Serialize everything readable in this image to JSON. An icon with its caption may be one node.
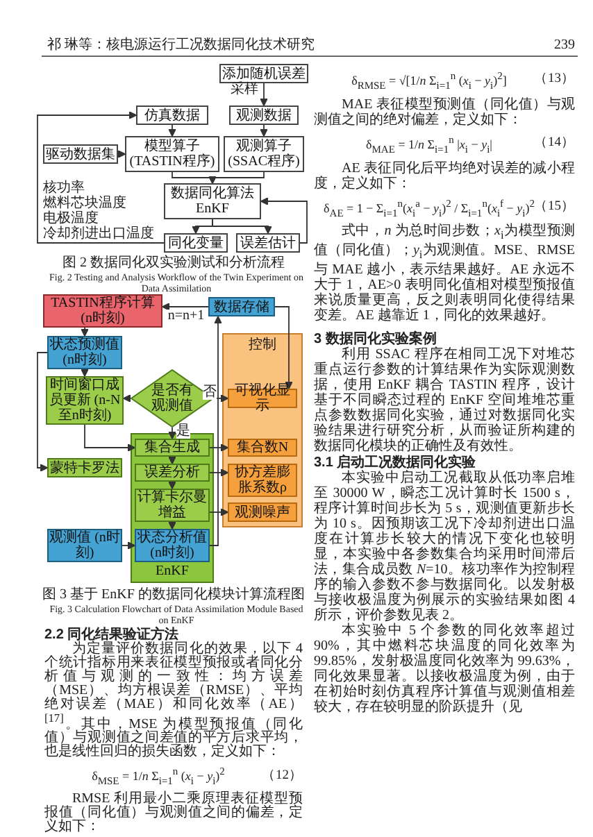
{
  "diagram": {
    "nodes": [
      {
        "text": [
          "添加随机误差"
        ]
      },
      {
        "text": [
          "仿真数据"
        ]
      },
      {
        "text": [
          "观测数据"
        ]
      },
      {
        "text": [
          "驱动数据集"
        ]
      },
      {
        "text": [
          "模型算子 (TASTIN程序)"
        ]
      },
      {
        "text": [
          "观测算子 (SSAC程序)"
        ]
      },
      {
        "text": [
          "数据同化算法 EnKF"
        ]
      },
      {
        "text": [
          "同化变量"
        ]
      },
      {
        "text": [
          "误差估计"
        ]
      },
      {
        "text": [
          "TASTIN程序计算 (n时刻)"
        ]
      },
      {
        "text": [
          "数据存储"
        ]
      },
      {
        "text": [
          "状态预测值 (n时刻)"
        ]
      },
      {
        "text": [
          "时间窗口成员更新 (n-N至n时刻)"
        ]
      },
      {
        "text": [
          "是否有观测值"
        ]
      },
      {
        "text": [
          "控制"
        ]
      },
      {
        "text": [
          "可视化显示"
        ],
        "in": 14
      },
      {
        "text": [
          "EnKF"
        ]
      },
      {
        "text": [
          "集合生成"
        ],
        "in": 16
      },
      {
        "text": [
          "误差分析"
        ],
        "in": 16
      },
      {
        "text": [
          "计算卡尔曼增益"
        ],
        "in": 16
      },
      {
        "text": [
          "状态分析值 (n时刻)"
        ],
        "in": 16
      },
      {
        "text": [
          "蒙特卡罗法"
        ]
      },
      {
        "text": [
          "观测值 (n时刻)"
        ]
      },
      {
        "text": [
          "集合数N"
        ],
        "in": 14
      },
      {
        "text": [
          "协方差膨胀系数ρ"
        ],
        "in": 14
      },
      {
        "text": [
          "观测噪声"
        ],
        "in": 14
      }
    ],
    "edges": [
      {
        "from": 0,
        "to": 2,
        "arrow": "to",
        "label": "采样"
      },
      {
        "from": 1,
        "to": 4,
        "arrow": "to"
      },
      {
        "from": 3,
        "to": 4,
        "arrow": "to"
      },
      {
        "from": 2,
        "to": 5,
        "arrow": "to"
      },
      {
        "from": 4,
        "to": 6,
        "arrow": "to"
      },
      {
        "from": 5,
        "to": 6,
        "arrow": "to"
      },
      {
        "from": 6,
        "to": 7,
        "arrow": "to"
      },
      {
        "from": 6,
        "to": 8,
        "arrow": "to"
      },
      {
        "from": 7,
        "to": 1,
        "arrow": "to"
      },
      {
        "from": 8,
        "to": 6,
        "arrow": "to"
      },
      {
        "from": 10,
        "to": 9,
        "arrow": "to",
        "label": "n=n+1"
      },
      {
        "from": 9,
        "to": 11,
        "arrow": "to"
      },
      {
        "from": 11,
        "to": 12,
        "arrow": "to"
      },
      {
        "from": 13,
        "to": 12,
        "arrow": "to"
      },
      {
        "from": 11,
        "to": 21,
        "arrow": "to"
      },
      {
        "from": 13,
        "to": 15,
        "arrow": "to",
        "label": "否"
      },
      {
        "from": 13,
        "to": 17,
        "arrow": "to",
        "label": "是"
      },
      {
        "from": 12,
        "to": 17,
        "arrow": "to"
      },
      {
        "from": 17,
        "to": 18,
        "arrow": "to"
      },
      {
        "from": 18,
        "to": 19,
        "arrow": "to"
      },
      {
        "from": 19,
        "to": 20,
        "arrow": "to"
      },
      {
        "from": 22,
        "to": 20,
        "arrow": "to"
      },
      {
        "from": 20,
        "to": 10,
        "arrow": "to"
      },
      {
        "from": 10,
        "to": 15,
        "arrow": "to"
      },
      {
        "from": 17,
        "to": 23,
        "arrow": "to"
      },
      {
        "from": 18,
        "to": 24,
        "arrow": "to"
      },
      {
        "from": 19,
        "to": 25,
        "arrow": "to"
      }
    ],
    "labels": [
      "祁 琳等：核电源运行工况数据同化技术研究",
      "239",
      "核功率",
      "燃料芯块温度",
      "电极温度",
      "冷却剂进出口温度",
      "图 2 数据同化双实验测试和分析流程",
      "Fig. 2 Testing and Analysis Workflow of the Twin Experiment on Data Assimilation",
      "图 3 基于 EnKF 的数据同化模块计算流程图",
      "Fig. 3 Calculation Flowchart of Data Assimilation Module Based on EnKF",
      "2.2 同化结果验证方法",
      "为定量评价数据同化的效果，以下 4 个统计指标用来表征模型预报或者同化分析值与观测的一致性：均方误差（MSE）、均方根误差（RMSE）、平均绝对误差（MAE）和同化效率（AE）$^{[17]}$。其中，MSE 为模型预报值（同化值）与观测值之间差值的平方后求平均，也是线性回归的损失函数，定义如下：",
      "δ$_{MSE}$ = 1/*n* Σ$_{i=1}$$^{n}$ (*x*$_{i}$ − *y*$_{i}$)$^{2}$",
      "（12）",
      "RMSE 利用最小二乘原理表征模型预报值（同化值）与观测值之间的偏差，定义如下：",
      "δ$_{RMSE}$ = √[1/*n* Σ$_{i=1}$$^{n}$ (*x*$_{i}$ − *y*$_{i}$)$^{2}$]",
      "（13）",
      "MAE 表征模型预测值（同化值）与观测值之间的绝对偏差，定义如下：",
      "δ$_{MAE}$ = 1/*n* Σ$_{i=1}$$^{n}$ |*x*$_{i}$ − *y*$_{i}$|",
      "（14）",
      "AE 表征同化后平均绝对误差的减小程度，定义如下：",
      "δ$_{AE}$ = 1 − Σ$_{i=1}$$^{n}$(*x*$_{i}$$^{a}$ − *y*$_{i}$)$^{2}$ / Σ$_{i=1}$$^{n}$(*x*$_{i}$$^{f}$ − *y*$_{i}$)$^{2}$",
      "（15）",
      "式中，*n* 为总时间步数；*x*$_{i}$为模型预测值（同化值）；*y*$_{i}$为观测值。MSE、RMSE 与 MAE 越小，表示结果越好。AE 永远不大于 1，AE>0 表明同化值相对模型预报值来说质量更高，反之则表明同化使得结果变差。AE 越靠近 1，同化的效果越好。",
      "3 数据同化实验案例",
      "利用 SSAC 程序在相同工况下对堆芯重点运行参数的计算结果作为实际观测数据，使用 EnKF 耦合 TASTIN 程序，设计基于不同瞬态过程的 EnKF 空间堆堆芯重点参数数据同化实验，通过对数据同化实验结果进行研究分析，从而验证所构建的数据同化模块的正确性及有效性。",
      "3.1 启动工况数据同化实验",
      "本实验中启动工况截取从低功率启堆至 30000 W，瞬态工况计算时长 1500 s，程序计算时间步长为 5 s，观测值更新步长为 10 s。因预期该工况下冷却剂进出口温度在计算步长较大的情况下变化也较明显，本实验中各参数集合均采用时间滞后法，集合成员数 *N*=10。核功率作为控制程序的输入参数不参与数据同化。以发射极与接收极温度为例展示的实验结果如图 4 所示，评价参数见表 2。",
      "本实验中 5 个参数的同化效率超过 90%，其中燃料芯块温度的同化效率为 99.85%，发射极温度同化效率为 99.63%，同化效果显著。以接收极温度为例，由于在初始时刻仿真程序计算值与观测值相差较大，存在较明显的阶跃提升（见"
    ]
  }
}
